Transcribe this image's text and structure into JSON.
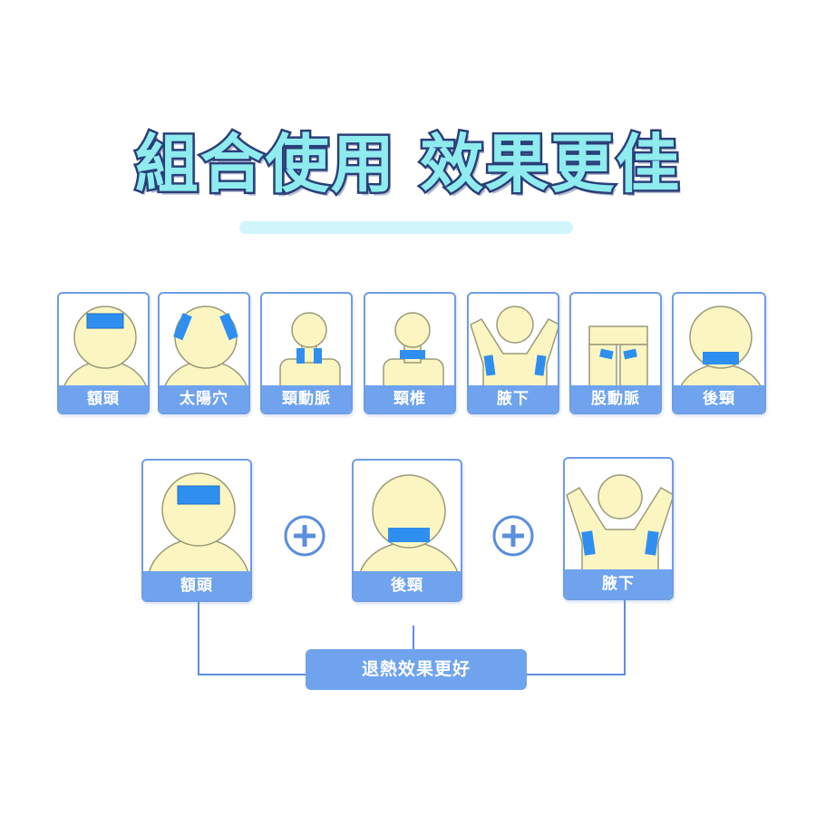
{
  "title": "組合使用 效果更佳",
  "colors": {
    "title_fill": "#8fecee",
    "title_stroke": "#2b3f78",
    "accent_blue": "#6fa3ee",
    "patch_blue": "#2f8ff0",
    "skin": "#fbf6c1"
  },
  "top_row": [
    {
      "label": "額頭",
      "icon": "forehead-patch-icon"
    },
    {
      "label": "太陽穴",
      "icon": "temple-patch-icon"
    },
    {
      "label": "頸動脈",
      "icon": "carotid-patch-icon"
    },
    {
      "label": "頸椎",
      "icon": "cervical-patch-icon"
    },
    {
      "label": "腋下",
      "icon": "armpit-patch-icon"
    },
    {
      "label": "股動脈",
      "icon": "femoral-patch-icon"
    },
    {
      "label": "後頸",
      "icon": "back-neck-patch-icon"
    }
  ],
  "combo_row": [
    {
      "label": "額頭",
      "icon": "forehead-patch-icon"
    },
    {
      "label": "後頸",
      "icon": "back-neck-patch-icon"
    },
    {
      "label": "腋下",
      "icon": "armpit-patch-icon"
    }
  ],
  "combo_operator": "plus-circle-icon",
  "result": "退熱效果更好"
}
